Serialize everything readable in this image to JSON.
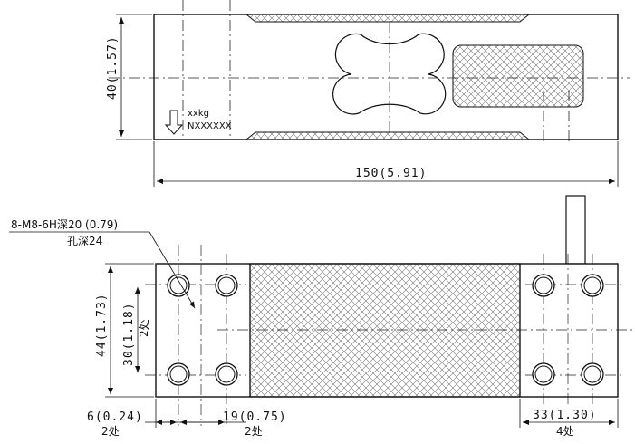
{
  "top_view": {
    "height_dim": "40(1.57)",
    "length_dim": "150(5.91)",
    "marking_line1": "xxkg",
    "marking_line2": "NXXXXXX"
  },
  "front_view": {
    "thread_note": "8-M8-6H深20 (0.79)",
    "hole_depth_note": "孔深24",
    "height_dim": "44(1.73)",
    "hole_spacing_dim": "30(1.18)",
    "hole_spacing_count": "2处",
    "left_offset_dim": "6(0.24)",
    "left_offset_count": "2处",
    "left_spacing_dim": "19(0.75)",
    "left_spacing_count": "2处",
    "right_spacing_dim": "33(1.30)",
    "right_spacing_count": "4处"
  }
}
